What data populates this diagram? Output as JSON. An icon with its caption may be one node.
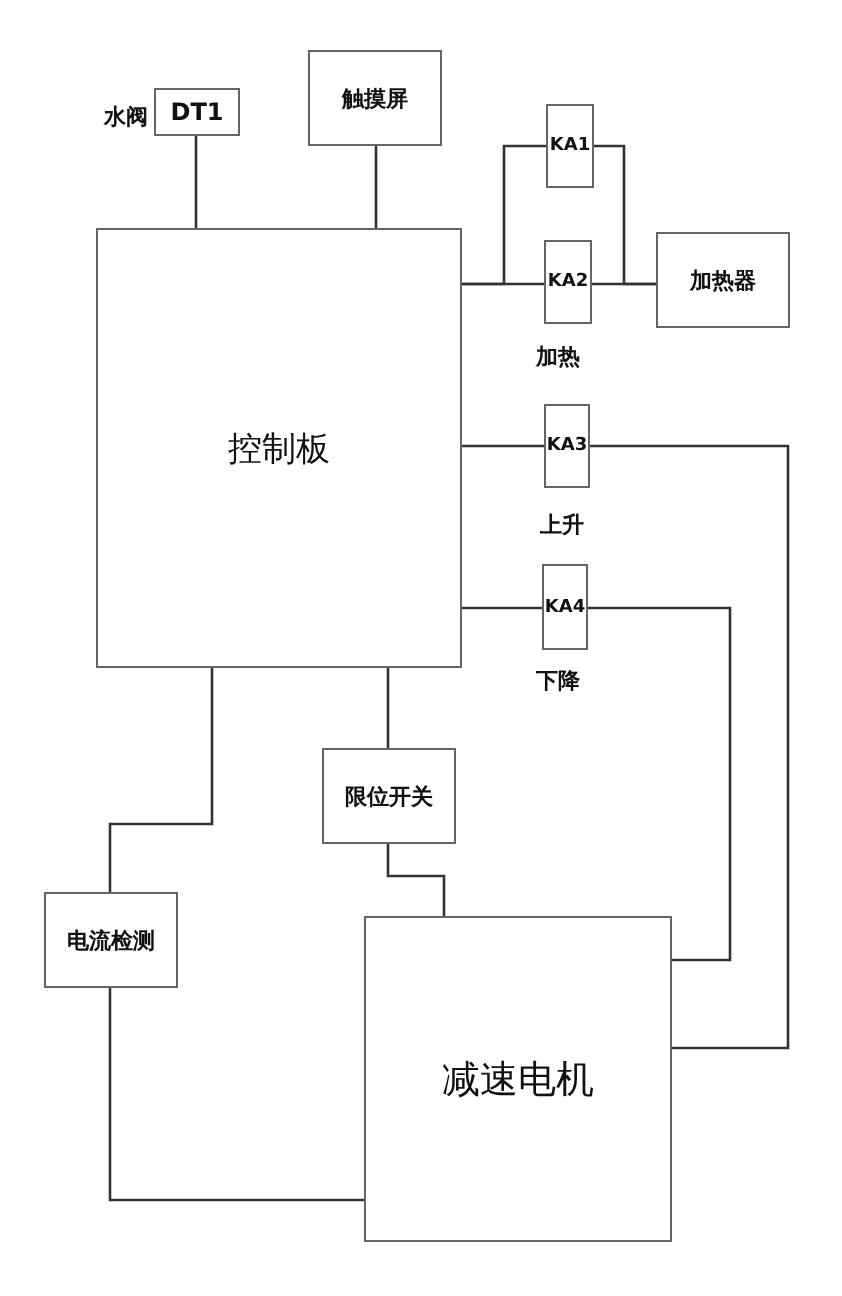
{
  "diagram": {
    "nodes": [
      {
        "text": [
          "DT1"
        ],
        "beside": [
          "水阀"
        ]
      },
      {
        "text": [
          "触摸屏"
        ]
      },
      {
        "text": [
          "KA1"
        ]
      },
      {
        "text": [
          "控制板"
        ]
      },
      {
        "text": [
          "KA2"
        ],
        "beside": [
          "加热"
        ]
      },
      {
        "text": [
          "加热器"
        ]
      },
      {
        "text": [
          "KA3"
        ],
        "beside": [
          "上升"
        ]
      },
      {
        "text": [
          "KA4"
        ],
        "beside": [
          "下降"
        ]
      },
      {
        "text": [
          "限位开关"
        ]
      },
      {
        "text": [
          "电流检测"
        ]
      },
      {
        "text": [
          "减速电机"
        ]
      }
    ],
    "edges": [
      {
        "from": 0,
        "to": 3,
        "arrow": "none"
      },
      {
        "from": 1,
        "to": 3,
        "arrow": "none"
      },
      {
        "from": 3,
        "to": 2,
        "arrow": "none"
      },
      {
        "from": 3,
        "to": 4,
        "arrow": "none"
      },
      {
        "from": 2,
        "to": 5,
        "arrow": "none"
      },
      {
        "from": 4,
        "to": 5,
        "arrow": "none"
      },
      {
        "from": 3,
        "to": 6,
        "arrow": "none"
      },
      {
        "from": 6,
        "to": 10,
        "arrow": "none"
      },
      {
        "from": 3,
        "to": 7,
        "arrow": "none"
      },
      {
        "from": 7,
        "to": 10,
        "arrow": "none"
      },
      {
        "from": 3,
        "to": 8,
        "arrow": "none"
      },
      {
        "from": 8,
        "to": 10,
        "arrow": "none"
      },
      {
        "from": 3,
        "to": 9,
        "arrow": "none"
      },
      {
        "from": 9,
        "to": 10,
        "arrow": "none"
      }
    ]
  }
}
